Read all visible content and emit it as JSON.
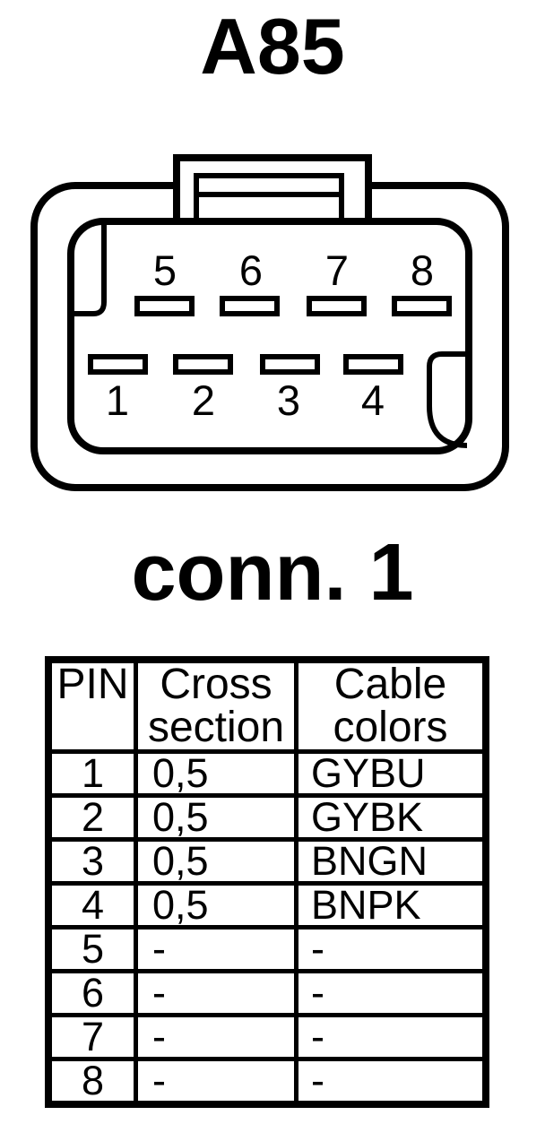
{
  "title": "A85",
  "connector": {
    "name": "conn. 1",
    "top_row_pins": [
      "5",
      "6",
      "7",
      "8"
    ],
    "bottom_row_pins": [
      "1",
      "2",
      "3",
      "4"
    ]
  },
  "table": {
    "headers": [
      [
        "PIN"
      ],
      [
        "Cross",
        "section"
      ],
      [
        "Cable",
        "colors"
      ]
    ],
    "rows": [
      {
        "pin": "1",
        "cross_section": "0,5",
        "cable_colors": "GYBU"
      },
      {
        "pin": "2",
        "cross_section": "0,5",
        "cable_colors": "GYBK"
      },
      {
        "pin": "3",
        "cross_section": "0,5",
        "cable_colors": "BNGN"
      },
      {
        "pin": "4",
        "cross_section": "0,5",
        "cable_colors": "BNPK"
      },
      {
        "pin": "5",
        "cross_section": "-",
        "cable_colors": "-"
      },
      {
        "pin": "6",
        "cross_section": "-",
        "cable_colors": "-"
      },
      {
        "pin": "7",
        "cross_section": "-",
        "cable_colors": "-"
      },
      {
        "pin": "8",
        "cross_section": "-",
        "cable_colors": "-"
      }
    ]
  },
  "colors": {
    "line": "#000000",
    "background": "#ffffff"
  }
}
